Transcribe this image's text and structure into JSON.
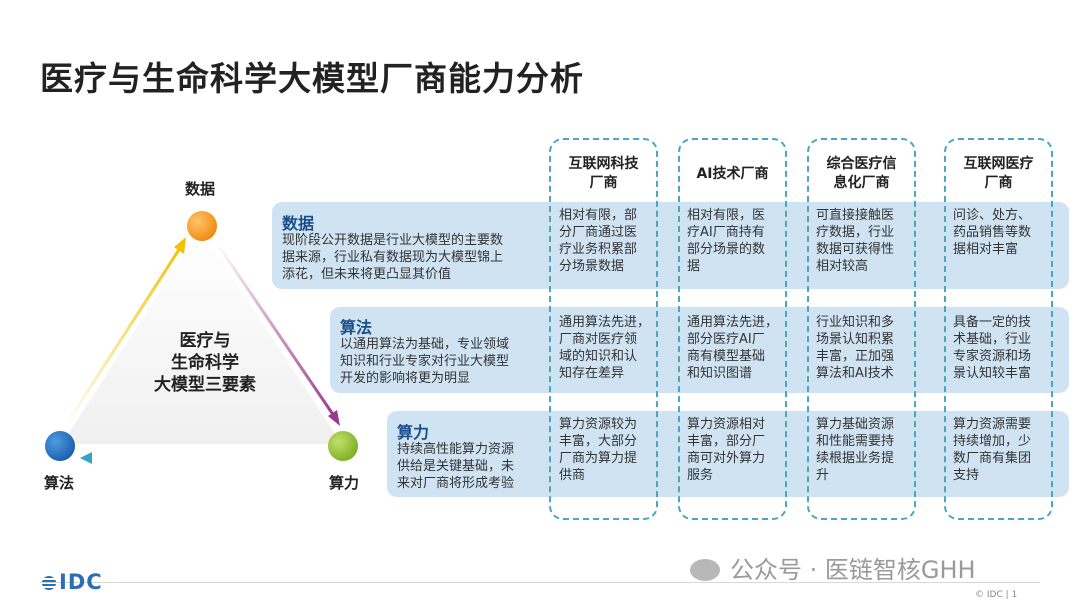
{
  "title": "医疗与生命科学大模型厂商能力分析",
  "triangle": {
    "top_label": "数据",
    "left_label": "算法",
    "right_label": "算力",
    "center_lines": [
      "医疗与",
      "生命科学",
      "大模型三要素"
    ],
    "colors": {
      "top": "#f5a030",
      "left": "#2e78c8",
      "right": "#9ac43a",
      "arrow_left_top": "#f2c200",
      "arrow_top_right": "#9a3a8c",
      "arrow_right_left": "#2fa6c8"
    }
  },
  "columns": [
    {
      "header_lines": [
        "互联网科技",
        "厂商"
      ]
    },
    {
      "header_lines": [
        "AI技术厂商"
      ]
    },
    {
      "header_lines": [
        "综合医疗信",
        "息化厂商"
      ]
    },
    {
      "header_lines": [
        "互联网医疗",
        "厂商"
      ]
    }
  ],
  "rows": [
    {
      "heading": "数据",
      "desc_lines": [
        "现阶段公开数据是行业大模型的主要数",
        "据来源，行业私有数据现为大模型锦上",
        "添花，但未来将更凸显其价值"
      ],
      "cells": [
        [
          "相对有限，部",
          "分厂商通过医",
          "疗业务积累部",
          "分场景数据"
        ],
        [
          "相对有限，医",
          "疗AI厂商持有",
          "部分场景的数",
          "据"
        ],
        [
          "可直接接触医",
          "疗数据，行业",
          "数据可获得性",
          "相对较高"
        ],
        [
          "问诊、处方、",
          "药品销售等数",
          "据相对丰富"
        ]
      ]
    },
    {
      "heading": "算法",
      "desc_lines": [
        "以通用算法为基础，专业领域",
        "知识和行业专家对行业大模型",
        "开发的影响将更为明显"
      ],
      "cells": [
        [
          "通用算法先进，",
          "厂商对医疗领",
          "域的知识和认",
          "知存在差异"
        ],
        [
          "通用算法先进，",
          "部分医疗AI厂",
          "商有模型基础",
          "和知识图谱"
        ],
        [
          "行业知识和多",
          "场景认知积累",
          "丰富，正加强",
          "算法和AI技术"
        ],
        [
          "具备一定的技",
          "术基础，行业",
          "专家资源和场",
          "景认知较丰富"
        ]
      ]
    },
    {
      "heading": "算力",
      "desc_lines": [
        "持续高性能算力资源",
        "供给是关键基础，未",
        "来对厂商将形成考验"
      ],
      "cells": [
        [
          "算力资源较为",
          "丰富，大部分",
          "厂商为算力提",
          "供商"
        ],
        [
          "算力资源相对",
          "丰富，部分厂",
          "商可对外算力",
          "服务"
        ],
        [
          "算力基础资源",
          "和性能需要持",
          "续根据业务提",
          "升"
        ],
        [
          "算力资源需要",
          "持续增加，少",
          "数厂商有集团",
          "支持"
        ]
      ]
    }
  ],
  "footer": {
    "logo": "IDC",
    "watermark": "公众号 · 医链智核GHH",
    "copyright": "© IDC |  1"
  }
}
